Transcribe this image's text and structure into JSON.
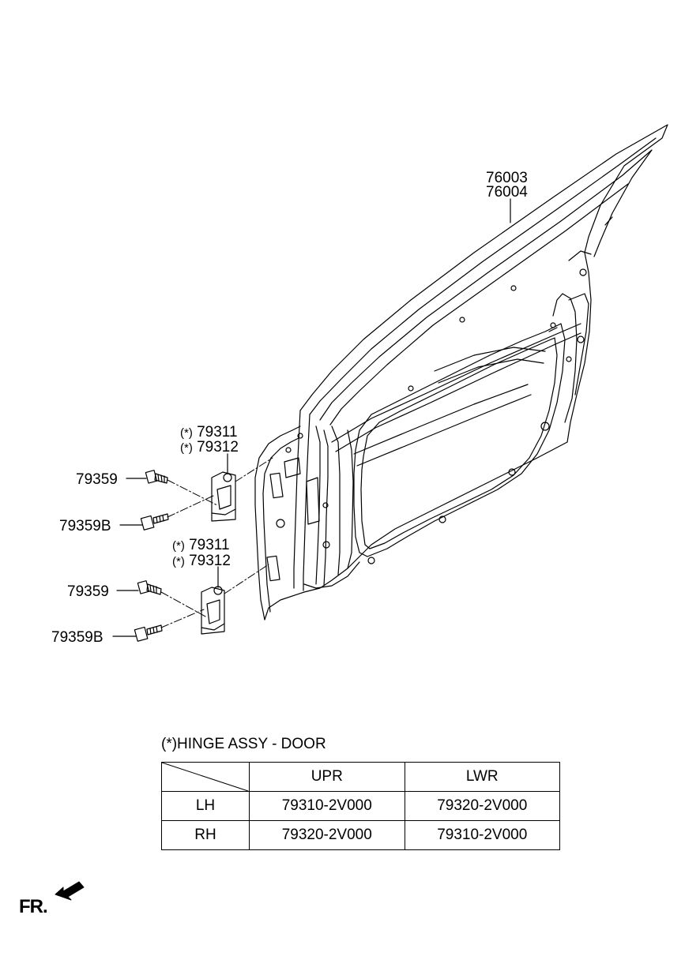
{
  "parts": {
    "door_panel": [
      "76003",
      "76004"
    ],
    "upper_hinge": [
      "79311",
      "79312"
    ],
    "lower_hinge": [
      "79311",
      "79312"
    ],
    "upper_bolt": "79359",
    "upper_bolt_b": "79359B",
    "lower_bolt": "79359",
    "lower_bolt_b": "79359B",
    "asterisk": "(*)"
  },
  "table": {
    "title": "(*)HINGE ASSY - DOOR",
    "columns": [
      "UPR",
      "LWR"
    ],
    "rows": [
      {
        "side": "LH",
        "upr": "79310-2V000",
        "lwr": "79320-2V000"
      },
      {
        "side": "RH",
        "upr": "79320-2V000",
        "lwr": "79310-2V000"
      }
    ]
  },
  "direction": {
    "label": "FR."
  },
  "icons": {
    "direction_arrow": "arrow-down-left-icon"
  }
}
